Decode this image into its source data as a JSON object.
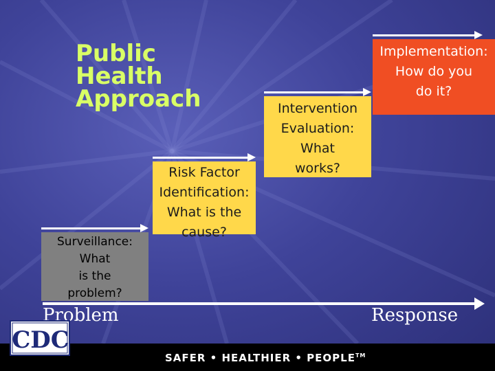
{
  "slide": {
    "title": "Public\nHealth\nApproach"
  },
  "steps": [
    {
      "label": "Surveillance:\nWhat\nis the\nproblem?",
      "color": "#808080"
    },
    {
      "label": "Risk Factor\nIdentification:\nWhat is the\ncause?",
      "color": "#ffd84a"
    },
    {
      "label": "Intervention\nEvaluation:\nWhat\nworks?",
      "color": "#ffd84a"
    },
    {
      "label": "Implementation:\nHow do you\ndo it?",
      "color": "#f04e23"
    }
  ],
  "axis": {
    "start_label": "Problem",
    "end_label": "Response"
  },
  "footer": {
    "tagline": "SAFER • HEALTHIER • PEOPLE",
    "trademark": "TM",
    "logo_text": "CDC"
  },
  "colors": {
    "background": "#3f4399",
    "title": "#d9ff66",
    "footer": "#000000"
  }
}
